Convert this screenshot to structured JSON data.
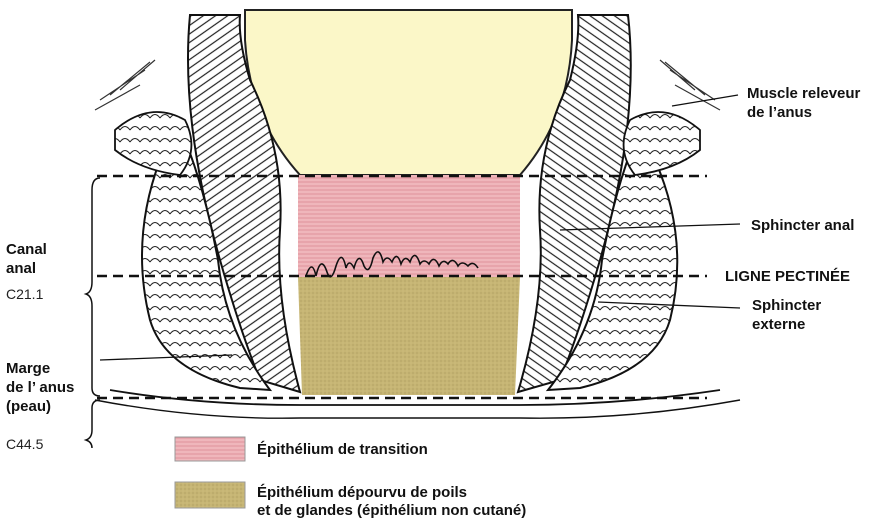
{
  "labels": {
    "levator": "Muscle releveur\nde l’anus",
    "sphincter": "Sphincter anal",
    "pectinate": "LIGNE PECTINÉE",
    "external": "Sphincter\nexterne",
    "canal": "Canal\nanal",
    "canal_code": "C21.1",
    "margin": "Marge\nde l’ anus\n(peau)",
    "margin_code": "C44.5"
  },
  "legend": [
    {
      "label": "Épithélium de transition",
      "color": "#e9a9b0"
    },
    {
      "label": "Épithélium dépourvu de poils\net de glandes (épithélium non cutané)",
      "color": "#c4b26f"
    }
  ],
  "colors": {
    "lumen": "#fbf7c8",
    "transition": "#eeb3b8",
    "non_cutaneous": "#c6b574",
    "muscle": "#ffffff",
    "ink": "#111111"
  }
}
